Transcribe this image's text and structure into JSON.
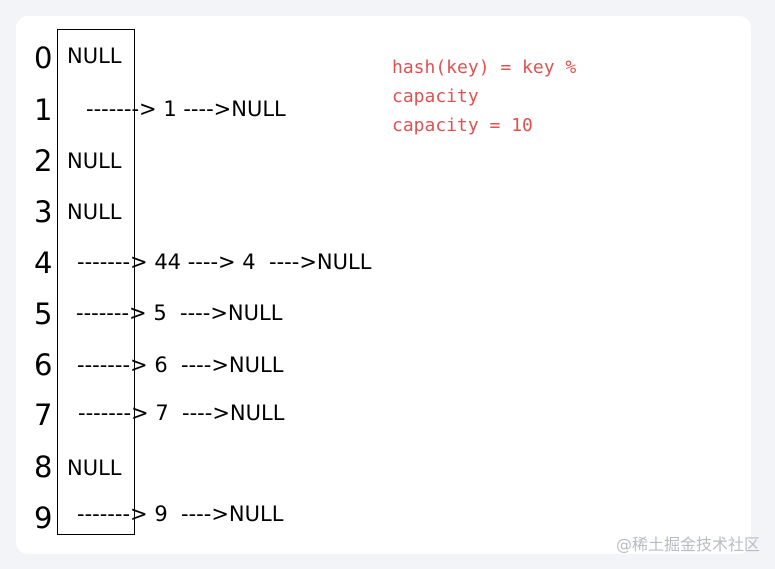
{
  "indices": [
    "0",
    "1",
    "2",
    "3",
    "4",
    "5",
    "6",
    "7",
    "8",
    "9"
  ],
  "null_cells": {
    "r0": "NULL",
    "r2": "NULL",
    "r3": "NULL",
    "r8": "NULL"
  },
  "chains": {
    "r1": "-------> 1 ---->NULL",
    "r4": "-------> 44 ----> 4  ---->NULL",
    "r5": "-------> 5  ---->NULL",
    "r6": "-------> 6  ---->NULL",
    "r7": "-------> 7  ---->NULL",
    "r9": "-------> 9  ---->NULL"
  },
  "formula": {
    "line1": "hash(key) = key %",
    "line2": "capacity",
    "line3": "capacity = 10"
  },
  "watermark": "@稀土掘金技术社区",
  "colors": {
    "formula": "#e05252",
    "card": "#ffffff",
    "background": "#f2f4f8"
  }
}
